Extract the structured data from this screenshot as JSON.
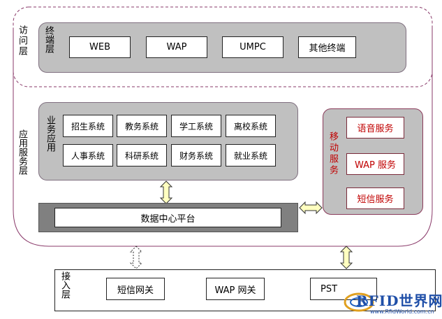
{
  "access_layer": {
    "label": "访问层",
    "terminal_label": "终端层",
    "terminals": [
      "WEB",
      "WAP",
      "UMPC",
      "其他终端"
    ]
  },
  "app_layer": {
    "label": "应用服务层",
    "business_label": "业务应用",
    "systems_row1": [
      "招生系统",
      "教务系统",
      "学工系统",
      "离校系统"
    ],
    "systems_row2": [
      "人事系统",
      "科研系统",
      "财务系统",
      "就业系统"
    ],
    "data_center": "数据中心平台"
  },
  "mobile": {
    "label": "移动服务",
    "services": [
      "语音服务",
      "WAP 服务",
      "短信服务"
    ]
  },
  "gateway_layer": {
    "label": "接入层",
    "gateways": [
      "短信网关",
      "WAP 网关",
      "PST"
    ]
  },
  "watermark": {
    "text": "RFID世界网",
    "url": "www.RfidWorld.com.cn"
  },
  "colors": {
    "panel_gray": "#c0c0c0",
    "dashed_border": "#8a3a6a",
    "mobile_red": "#c00000",
    "arrow_fill": "#ffffc0"
  }
}
